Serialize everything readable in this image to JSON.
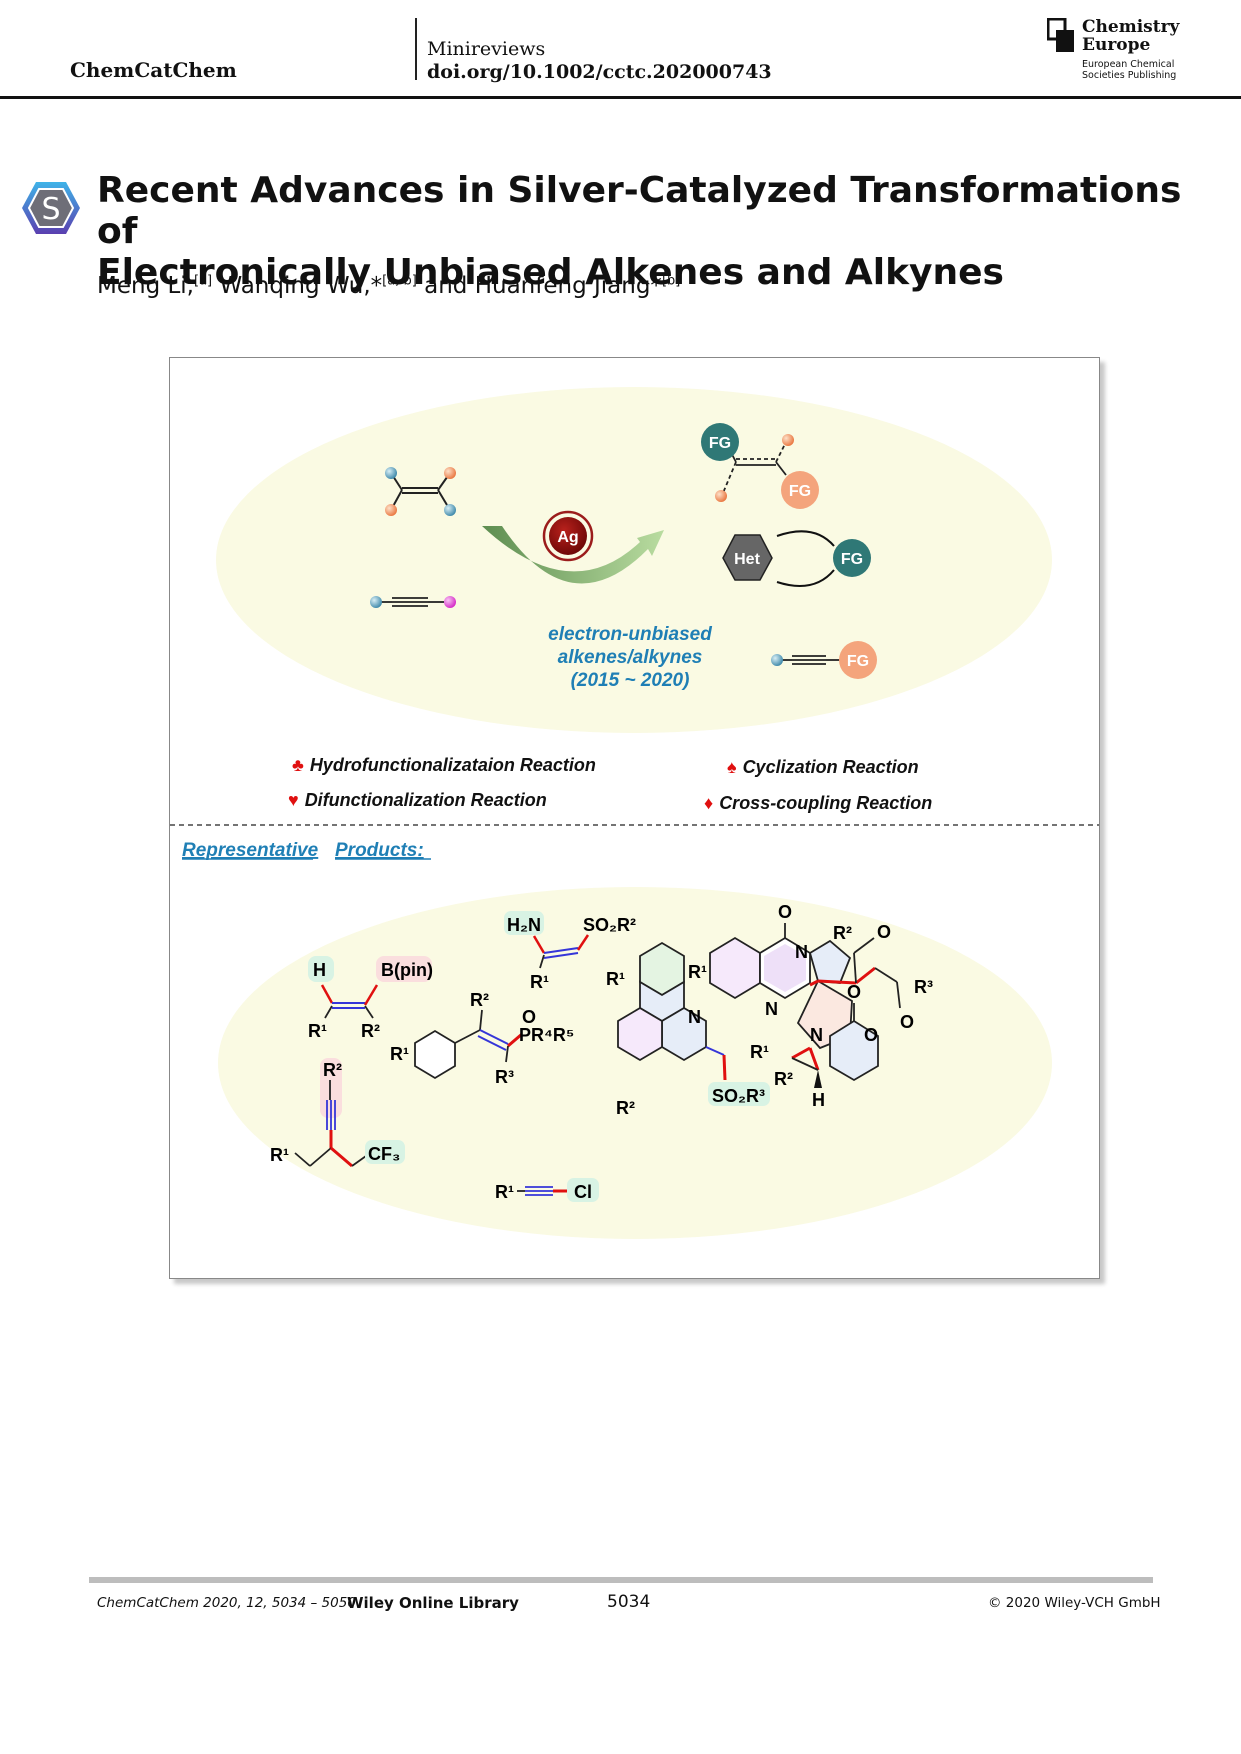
{
  "header": {
    "journal": "ChemCatChem",
    "article_type": "Minireviews",
    "doi": "doi.org/10.1002/cctc.202000743",
    "publisher_logo": {
      "name_line1": "Chemistry",
      "name_line2": "Europe",
      "sub_line1": "European Chemical",
      "sub_line2": "Societies Publishing"
    }
  },
  "badge_letter": "S",
  "title_line1": "Recent Advances in Silver-Catalyzed Transformations of",
  "title_line2": "Electronically Unbiased Alkenes and Alkynes",
  "authors": [
    {
      "name": "Meng Li,",
      "aff": "[a]"
    },
    {
      "name": "Wanqing Wu,*",
      "aff": "[a, b]"
    },
    {
      "name": "and Huanfeng Jiang*",
      "aff": "[b]"
    }
  ],
  "figure": {
    "catalyst": "Ag",
    "center_lines": [
      "electron-unbiased",
      "alkenes/alkynes",
      "(2015 ~ 2020)"
    ],
    "fg": "FG",
    "het": "Het",
    "reactions": [
      {
        "symbol": "♣",
        "label": "Hydrofunctionalizataion Reaction"
      },
      {
        "symbol": "♠",
        "label": "Cyclization Reaction"
      },
      {
        "symbol": "♥",
        "label": "Difunctionalization Reaction"
      },
      {
        "symbol": "♦",
        "label": "Cross-coupling Reaction"
      }
    ],
    "products_heading_1": "Representative",
    "products_heading_2": "Products:",
    "products": {
      "h": "H",
      "bpin": "B(pin)",
      "h2n": "H₂N",
      "so2r2": "SO₂R²",
      "r1": "R¹",
      "r2": "R²",
      "r3": "R³",
      "o": "O",
      "n": "N",
      "p": "PR⁴R⁵",
      "cf3": "CF₃",
      "cl": "Cl",
      "so2r3": "SO₂R³"
    },
    "colors": {
      "red": "#e01010",
      "teal": "#2f7876",
      "salmon": "#f4a47c",
      "blue_text": "#1f7fb5",
      "ag": "#8b0d0d"
    }
  },
  "footer": {
    "citation": "ChemCatChem 2020, 12, 5034 – 5050",
    "library": "Wiley Online Library",
    "page": "5034",
    "copyright": "© 2020 Wiley-VCH GmbH"
  }
}
